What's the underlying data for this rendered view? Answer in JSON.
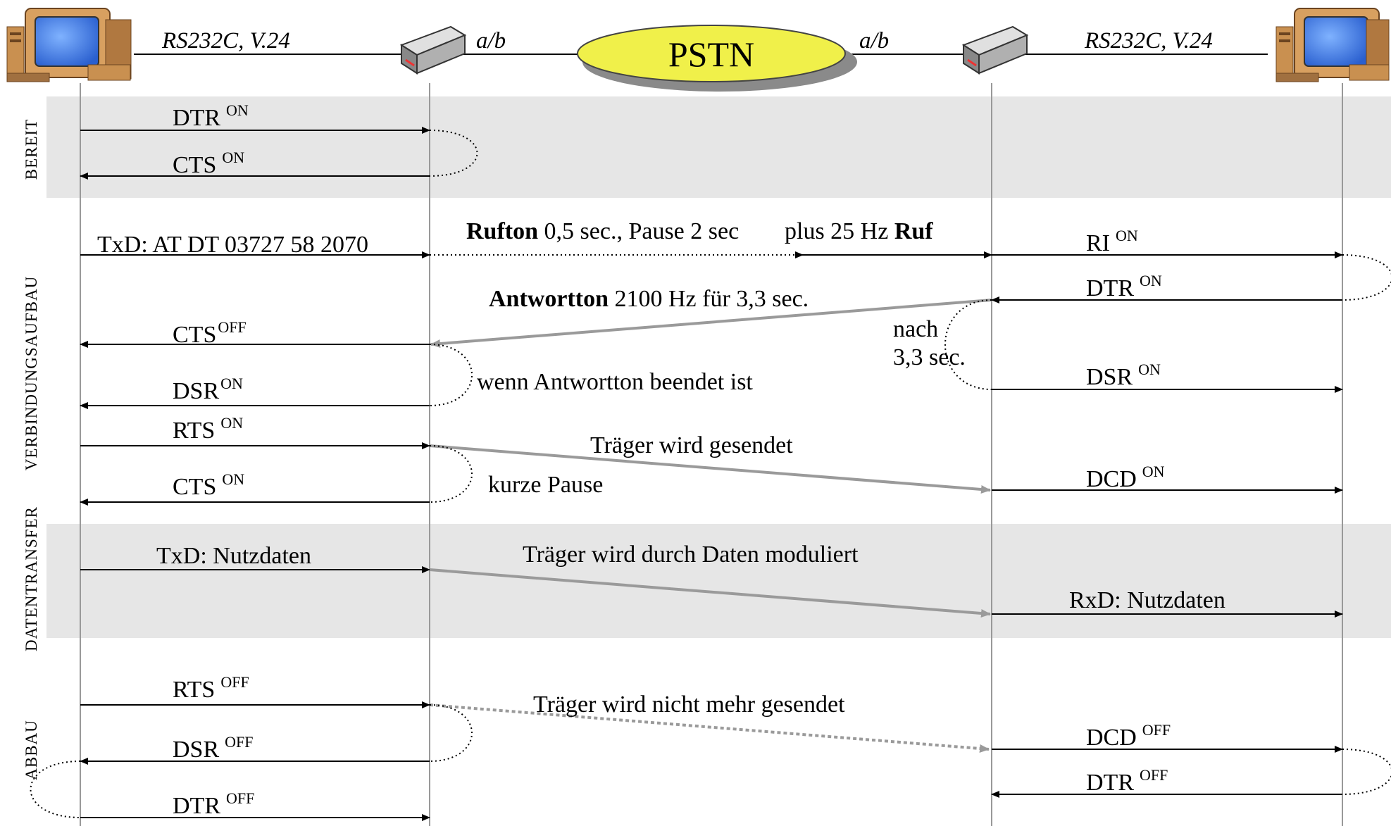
{
  "header": {
    "link_left": "RS232C, V.24",
    "ab_left": "a/b",
    "network": "PSTN",
    "ab_right": "a/b",
    "link_right": "RS232C, V.24"
  },
  "phases": {
    "bereit": "BEREIT",
    "verbindungsaufbau": "VERBINDUNGSAUFBAU",
    "datentransfer": "DATENTRANSFER",
    "abbau": "ABBAU"
  },
  "signals": {
    "dtr_on_left": {
      "name": "DTR",
      "state": "ON"
    },
    "cts_on_left_1": {
      "name": "CTS",
      "state": "ON"
    },
    "txd_dial": "TxD: AT DT 03727 58 2070",
    "ri_on": {
      "name": "RI",
      "state": "ON"
    },
    "dtr_on_right": {
      "name": "DTR",
      "state": "ON"
    },
    "cts_off_left": {
      "name": "CTS",
      "state": "OFF"
    },
    "dsr_on_left": {
      "name": "DSR",
      "state": "ON"
    },
    "dsr_on_right": {
      "name": "DSR",
      "state": "ON"
    },
    "rts_on_left": {
      "name": "RTS",
      "state": "ON"
    },
    "cts_on_left_2": {
      "name": "CTS",
      "state": "ON"
    },
    "dcd_on_right": {
      "name": "DCD",
      "state": "ON"
    },
    "txd_data": "TxD: Nutzdaten",
    "rxd_data": "RxD: Nutzdaten",
    "rts_off_left": {
      "name": "RTS",
      "state": "OFF"
    },
    "dsr_off_left": {
      "name": "DSR",
      "state": "OFF"
    },
    "dtr_off_left": {
      "name": "DTR",
      "state": "OFF"
    },
    "dcd_off_right": {
      "name": "DCD",
      "state": "OFF"
    },
    "dtr_off_right": {
      "name": "DTR",
      "state": "OFF"
    }
  },
  "annotations": {
    "rufton_bold": "Rufton",
    "rufton_rest": " 0,5 sec., Pause 2 sec",
    "ruf_plus": "plus 25 Hz ",
    "ruf_bold": "Ruf",
    "antwortton_bold": "Antwortton",
    "antwortton_rest": " 2100 Hz für 3,3 sec.",
    "nach": "nach",
    "nach_time": "3,3 sec.",
    "antwort_beendet": "wenn Antwortton beendet ist",
    "traeger_gesendet": "Träger wird gesendet",
    "kurze_pause": "kurze Pause",
    "traeger_moduliert": "Träger wird durch Daten moduliert",
    "traeger_nicht": "Träger wird nicht mehr gesendet"
  },
  "colors": {
    "phase_band": "#e6e6e6",
    "pstn_fill": "#f0f04a",
    "pstn_shadow": "#8a8a8a",
    "line_signal": "#9a9a9a",
    "lifeline": "#999999",
    "monitor_screen": "#3d7fe0",
    "monitor_body": "#d8a060"
  },
  "icons": [
    "computer-terminal-left",
    "modem-left",
    "modem-right",
    "computer-terminal-right"
  ]
}
